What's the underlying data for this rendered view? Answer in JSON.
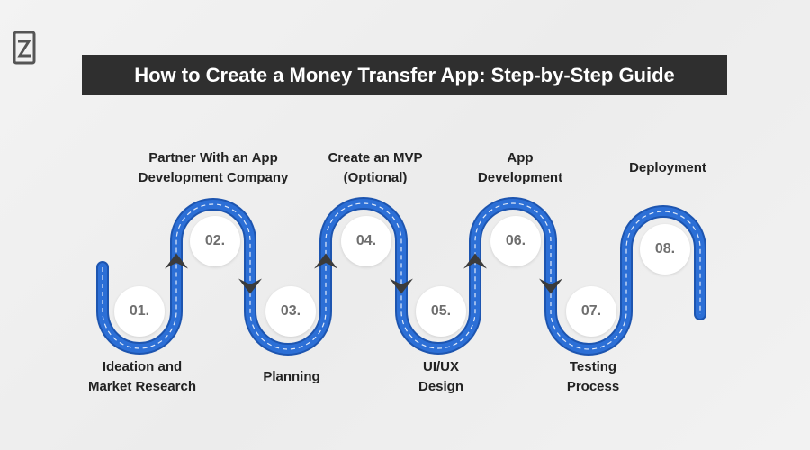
{
  "title": "How to Create a Money Transfer App: Step-by-Step Guide",
  "colors": {
    "track": "#2c6fd6",
    "track_edge": "#1d55b0",
    "arrow": "#3b3b3b",
    "title_bg": "#2f2f2f"
  },
  "steps": [
    {
      "number": "01.",
      "label_lines": [
        "Ideation and",
        "Market Research"
      ]
    },
    {
      "number": "02.",
      "label_lines": [
        "Partner With an App",
        "Development Company"
      ]
    },
    {
      "number": "03.",
      "label_lines": [
        "Planning"
      ]
    },
    {
      "number": "04.",
      "label_lines": [
        "Create an MVP",
        "(Optional)"
      ]
    },
    {
      "number": "05.",
      "label_lines": [
        "UI/UX",
        "Design"
      ]
    },
    {
      "number": "06.",
      "label_lines": [
        "App",
        "Development"
      ]
    },
    {
      "number": "07.",
      "label_lines": [
        "Testing",
        "Process"
      ]
    },
    {
      "number": "08.",
      "label_lines": [
        "Deployment"
      ]
    }
  ]
}
